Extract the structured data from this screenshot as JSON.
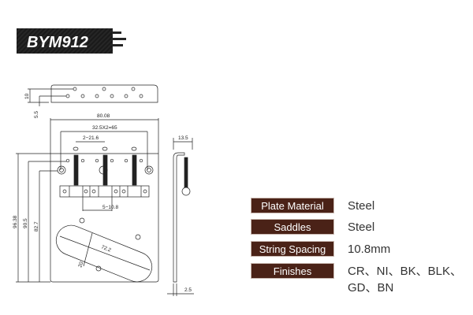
{
  "model": "BYM912",
  "dimensions": {
    "top_height": "10",
    "top_offset": "5.5",
    "width": "80.08",
    "outer_spacing": "32.5X2=65",
    "saddle_pitch": "2−21.6",
    "string_spacing": "5−10.8",
    "slot_length": "72.2",
    "slot_width": "20",
    "height_total": "96.38",
    "height_2": "90.5",
    "height_3": "82.7",
    "side_depth": "13.5",
    "thickness": "2.5"
  },
  "specs": [
    {
      "label": "Plate Material",
      "value": "Steel"
    },
    {
      "label": "Saddles",
      "value": "Steel"
    },
    {
      "label": "String Spacing",
      "value": "10.8mm"
    },
    {
      "label": "Finishes",
      "value": "CR、NI、BK、BLK、GD、BN"
    }
  ],
  "colors": {
    "label_bg": "#4a2217",
    "logo_bg": "#222222"
  }
}
